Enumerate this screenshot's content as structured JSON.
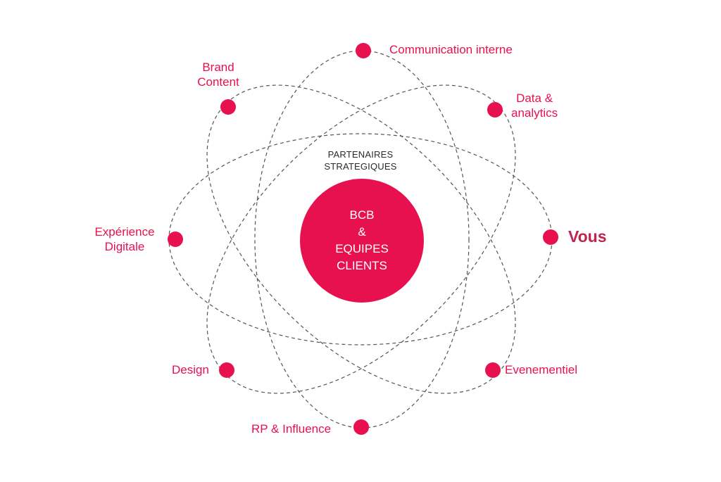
{
  "colors": {
    "accent": "#e8114f",
    "emphasis": "#c4224f",
    "orbit": "#555555",
    "subtitle": "#2b2b2b"
  },
  "center": {
    "subtitle_lines": [
      "PARTENAIRES",
      "STRATEGIQUES"
    ],
    "hub_lines": [
      "BCB",
      "&",
      "EQUIPES",
      "CLIENTS"
    ]
  },
  "nodes": {
    "communication": {
      "lines": [
        "Communication interne"
      ]
    },
    "data": {
      "lines": [
        "Data  &",
        "analytics"
      ]
    },
    "brand": {
      "lines": [
        "Brand",
        "Content"
      ]
    },
    "experience": {
      "lines": [
        "Expérience",
        "Digitale"
      ]
    },
    "vous": {
      "lines": [
        "Vous"
      ]
    },
    "design": {
      "lines": [
        "Design"
      ]
    },
    "evenementiel": {
      "lines": [
        "Evenementiel"
      ]
    },
    "rp": {
      "lines": [
        "RP & Influence"
      ]
    }
  }
}
